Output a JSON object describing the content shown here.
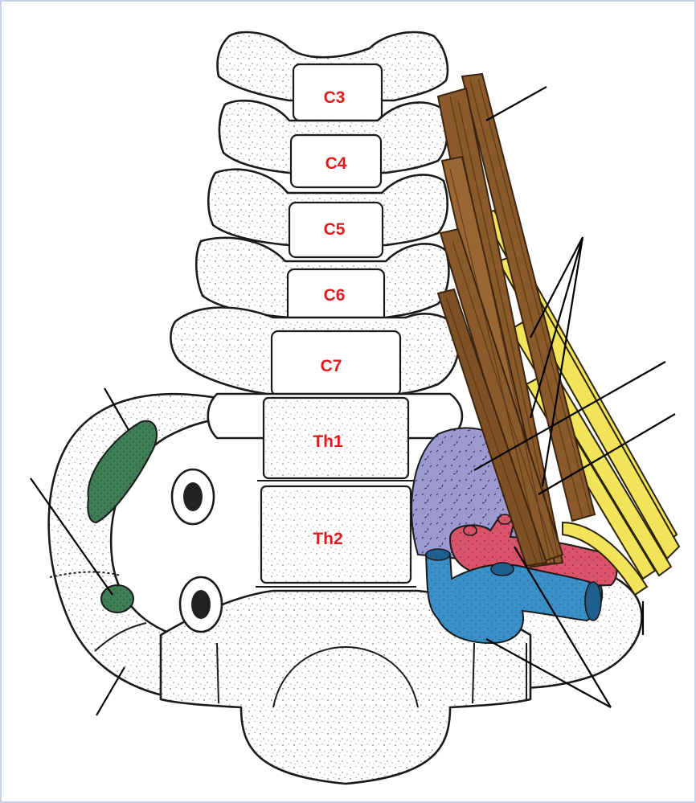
{
  "vertebrae": {
    "c3": "C3",
    "c4": "C4",
    "c5": "C5",
    "c6": "C6",
    "c7": "C7",
    "th1": "Th1",
    "th2": "Th2"
  },
  "colors": {
    "label": "#e01b1b",
    "muscle": "#8b5a2b",
    "nerve": "#f2e35a",
    "green_structure": "#3f7d55",
    "purple_structure": "#9c9ad0",
    "artery": "#d9536b",
    "vein": "#3a8fc6",
    "bone_outline": "#1a1a1a"
  }
}
